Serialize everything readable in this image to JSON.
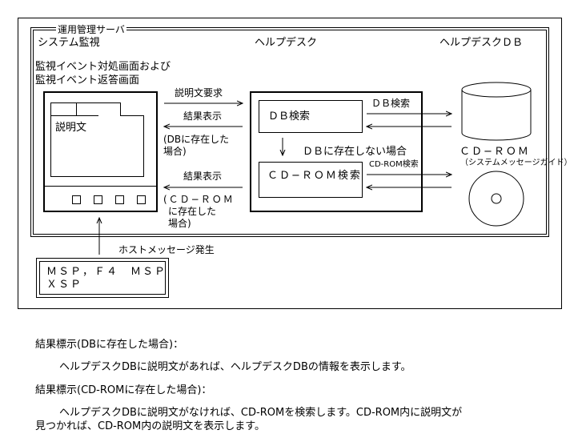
{
  "server": {
    "title": "運用管理サーバ",
    "system_monitor": "システム監視",
    "helpdesk": "ヘルプデスク",
    "helpdesk_db": "ヘルプデスクＤＢ"
  },
  "monitor_screen": {
    "title_line1": "監視イベント対処画面および",
    "title_line2": "監視イベント返答画面",
    "body_text": "説明文"
  },
  "helpdesk_box": {
    "db_search": "ＤＢ検索",
    "cdrom_search": "ＣＤ−ＲＯＭ検索",
    "not_in_db": "ＤＢに存在しない場合"
  },
  "arrows": {
    "request": "説明文要求",
    "result1": "結果表示",
    "result1_note_line1": "(DBに存在した",
    "result1_note_line2": "場合)",
    "result2": "結果表示",
    "result2_note_line1": "(ＣＤ−ＲＯＭ",
    "result2_note_line2": "に存在した",
    "result2_note_line3": "場合)",
    "db_search_label": "ＤＢ検索",
    "cdrom_search_label": "CD-ROM検索",
    "host_message": "ホストメッセージ発生"
  },
  "storage": {
    "cdrom": "ＣＤ−ＲＯＭ",
    "cdrom_note": "（システムメッセージガイド）"
  },
  "host": {
    "line1": "ＭＳＰ，Ｆ４　ＭＳＰ",
    "line2": "ＸＳＰ"
  },
  "notes": {
    "heading1": "結果標示(DBに存在した場合)：",
    "body1": "ヘルプデスクDBに説明文があれば、ヘルプデスクDBの情報を表示します。",
    "heading2": "結果標示(CD-ROMに存在した場合)：",
    "body2_line1": "ヘルプデスクDBに説明文がなければ、CD-ROMを検索します。CD-ROM内に説明文が",
    "body2_line2": "見つかれば、CD-ROM内の説明文を表示します。"
  }
}
